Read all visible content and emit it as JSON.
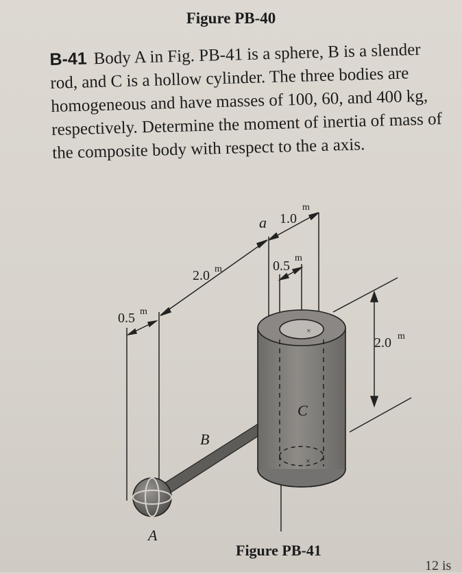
{
  "figure_top_caption": "Figure PB-40",
  "problem": {
    "number": "B-41",
    "text": "Body A in Fig. PB-41 is a sphere, B is a slender rod, and C is a hollow cylinder. The three bodies are homogeneous and have masses of 100, 60, and 400 kg, respectively. Determine the moment of inertia of mass of the composite body with respect to the a axis."
  },
  "figure": {
    "labels": {
      "axis": "a",
      "dim_top": "1.0",
      "dim_top_unit": "m",
      "dim_inner": "0.5",
      "dim_inner_unit": "m",
      "dim_rod": "2.0",
      "dim_rod_unit": "m",
      "dim_sphere": "0.5",
      "dim_sphere_unit": "m",
      "dim_height": "2.0",
      "dim_height_unit": "m",
      "body_A": "A",
      "body_B": "B",
      "body_C": "C"
    },
    "caption": "Figure PB-41"
  },
  "corner_fragment": "12 is"
}
